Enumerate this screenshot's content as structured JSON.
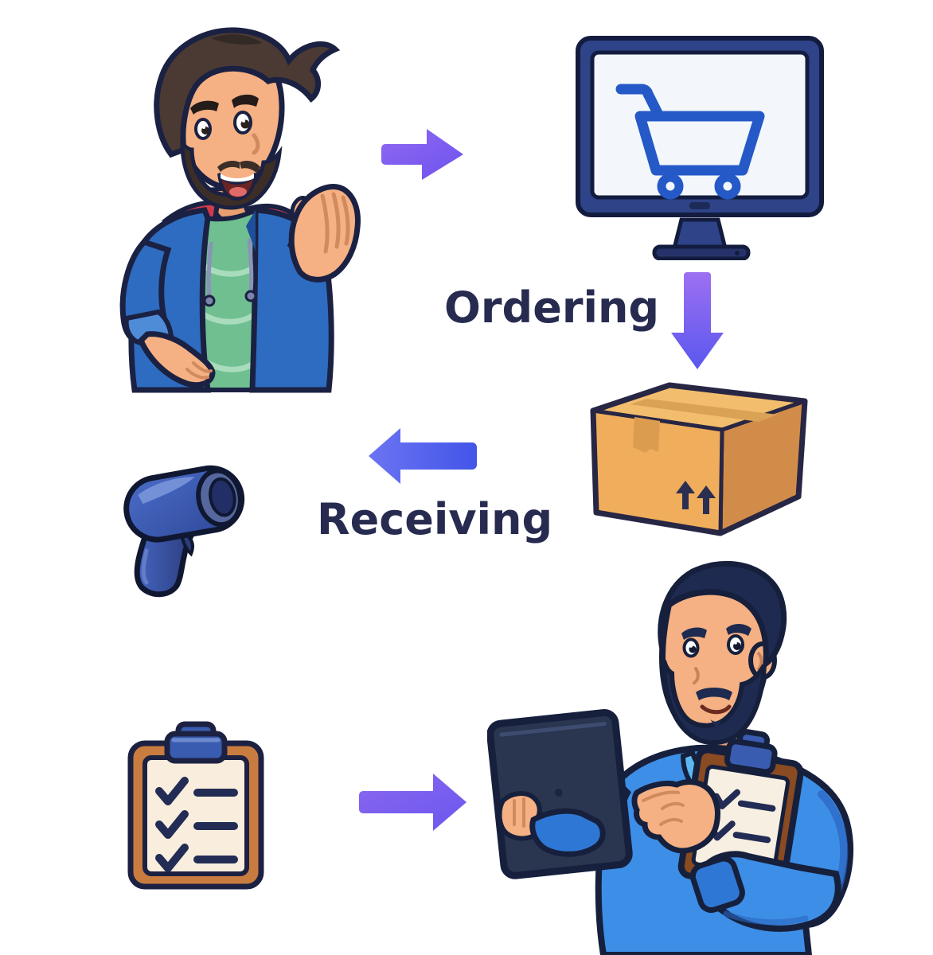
{
  "diagram": {
    "background": "#ffffff",
    "labels": {
      "ordering": "Ordering",
      "receiving": "Receiving"
    },
    "colors": {
      "text_navy": "#272b50",
      "outline_navy": "#1b2142",
      "arrow_purple": "#7e5ef0",
      "arrow_purple_light": "#9a6cf2",
      "arrow_purple_dark": "#5f55ee",
      "arrow_blue_light": "#6b74f2",
      "arrow_blue_dark": "#4355e8",
      "monitor_frame": "#2e4388",
      "monitor_base": "#26336b",
      "monitor_screen": "#f3f7fc",
      "cart_blue": "#2459c7",
      "box_top": "#f3bd6e",
      "box_front": "#f0ad5c",
      "box_side": "#d28c4a",
      "box_tape": "#d9a254",
      "box_mark_navy": "#2a2f52",
      "scanner_blue": "#3c5cb4",
      "scanner_dark": "#222f66",
      "scanner_rim": "#55679e",
      "clipboard_board": "#c97c40",
      "clipboard_paper": "#f9eedd",
      "clip_blue": "#3a5cb0",
      "check_navy": "#232c54",
      "skin": "#f5b083",
      "customer_hair": "#4a3a33",
      "customer_jacket": "#2d6cc0",
      "customer_hood": "#ce3b49",
      "customer_shirt_green": "#6fbf90",
      "worker_hair": "#1e2a50",
      "worker_shirt": "#3d8ee6",
      "worker_collar": "#5cb8f0",
      "worker_cuff": "#2f77d4",
      "worker_board": "#8a4a22",
      "worker_paper": "#f6efe2",
      "tablet_dark": "#2a3550"
    },
    "nodes": [
      {
        "id": "customer",
        "name": "customer waving"
      },
      {
        "id": "online-store",
        "name": "computer monitor with shopping cart"
      },
      {
        "id": "package",
        "name": "cardboard shipping box"
      },
      {
        "id": "scanner",
        "name": "barcode scanner"
      },
      {
        "id": "checklist",
        "name": "checklist clipboard"
      },
      {
        "id": "worker",
        "name": "worker with tablet and clipboard"
      }
    ],
    "edges": [
      {
        "from": "customer",
        "to": "online-store",
        "label": ""
      },
      {
        "from": "online-store",
        "to": "package",
        "label": "Ordering"
      },
      {
        "from": "package",
        "to": "scanner",
        "label": "Receiving"
      },
      {
        "from": "checklist",
        "to": "worker",
        "label": ""
      }
    ]
  }
}
